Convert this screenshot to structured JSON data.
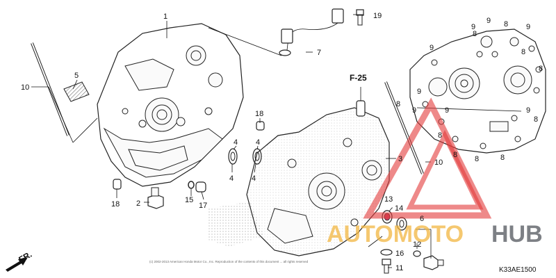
{
  "diagram": {
    "code": "K33AE1500",
    "reference": "F-25",
    "direction": "FR.",
    "copyright": "(c) 2002-2013 American Honda Motor Co., Inc. Reproduction of the contents of this document ... all rights reserved",
    "callouts": {
      "c1": "1",
      "c2": "2",
      "c3": "3",
      "c4a": "4",
      "c4b": "4",
      "c4c": "4",
      "c4d": "4",
      "c5": "5",
      "c6": "6",
      "c7": "7",
      "c8a": "8",
      "c8b": "8",
      "c8c": "8",
      "c8d": "8",
      "c8e": "8",
      "c8f": "8",
      "c8g": "8",
      "c8h": "8",
      "c8i": "8",
      "c8j": "8",
      "c9a": "9",
      "c9b": "9",
      "c9c": "9",
      "c9d": "9",
      "c9e": "9",
      "c9f": "9",
      "c9g": "9",
      "c9h": "9",
      "c10a": "10",
      "c10b": "10",
      "c11": "11",
      "c12": "12",
      "c13": "13",
      "c14": "14",
      "c15": "15",
      "c16": "16",
      "c17": "17",
      "c18a": "18",
      "c18b": "18",
      "c19": "19"
    }
  },
  "watermark": {
    "part1": "AUTOMOTO",
    "part2": "HUB",
    "accent_color": "#f2b640",
    "triangle_color": "#e23b3b",
    "dark_color": "#666a70"
  }
}
